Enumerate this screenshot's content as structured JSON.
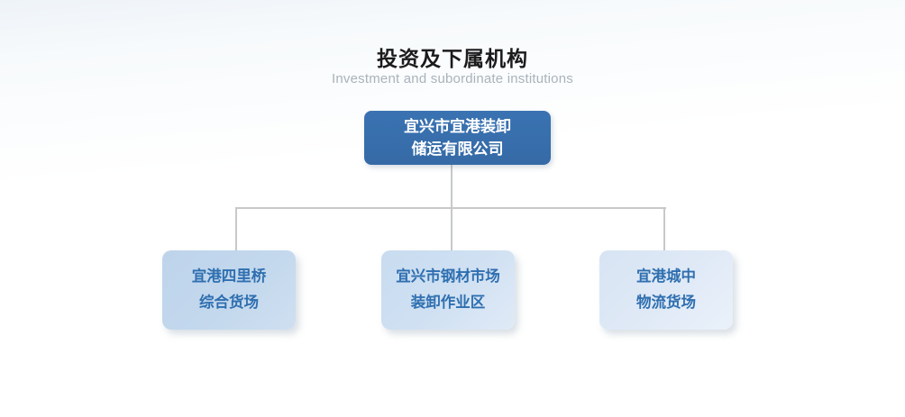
{
  "header": {
    "title": "投资及下属机构",
    "subtitle": "Investment and subordinate institutions"
  },
  "org_chart": {
    "type": "org-tree",
    "root": {
      "line1": "宜兴市宜港装卸",
      "line2": "储运有限公司"
    },
    "children": [
      {
        "line1": "宜港四里桥",
        "line2": "综合货场"
      },
      {
        "line1": "宜兴市钢材市场",
        "line2": "装卸作业区"
      },
      {
        "line1": "宜港城中",
        "line2": "物流货场"
      }
    ]
  },
  "colors": {
    "title_text": "#1b1b1b",
    "subtitle_text": "#a9b3bb",
    "root_box": "#3a73b2",
    "root_text": "#ffffff",
    "child_box_1": "#c3d8ed",
    "child_box_2": "#cfe0f2",
    "child_box_3": "#dfe9f6",
    "child_text": "#2f6fb0",
    "connector": "#c6c8ca"
  }
}
